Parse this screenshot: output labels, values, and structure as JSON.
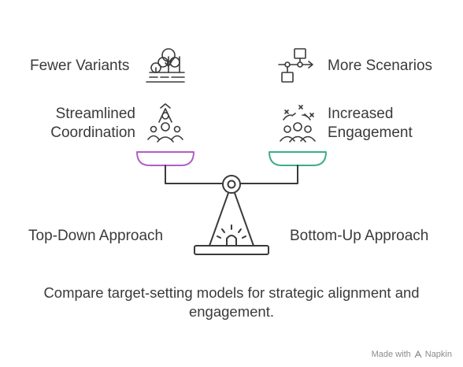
{
  "left": {
    "top_label": "Fewer Variants",
    "middle_label_line1": "Streamlined",
    "middle_label_line2": "Coordination",
    "approach_label": "Top-Down Approach",
    "pan_color": "#b05fc6"
  },
  "right": {
    "top_label": "More Scenarios",
    "middle_label_line1": "Increased",
    "middle_label_line2": "Engagement",
    "approach_label": "Bottom-Up Approach",
    "pan_color": "#3cae84"
  },
  "icons": {
    "fewer_variants": "trees-icon",
    "more_scenarios": "flowchart-icon",
    "streamlined_coordination": "hierarchy-people-icon",
    "increased_engagement": "group-people-icon",
    "scale": "balance-scale-icon"
  },
  "caption": "Compare target-setting models for strategic alignment and engagement.",
  "footer": {
    "prefix": "Made with",
    "brand": "Napkin"
  }
}
